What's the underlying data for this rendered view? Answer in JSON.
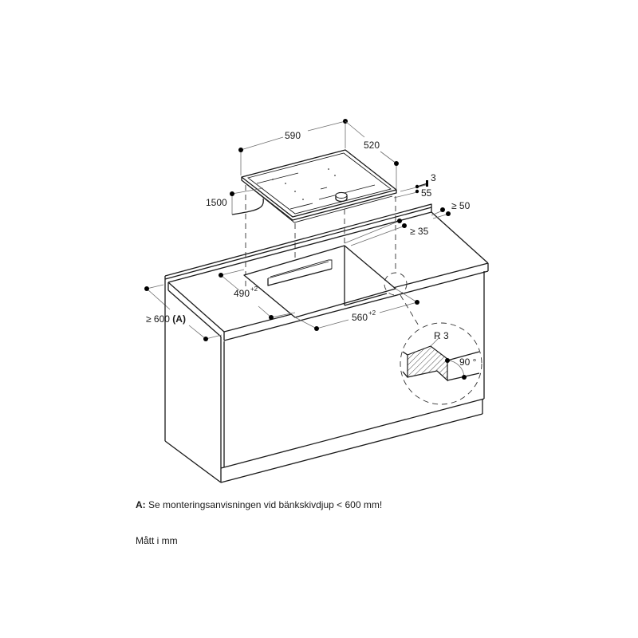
{
  "diagram": {
    "type": "installation-drawing",
    "subject": "Cooktop cut-out in kitchen countertop",
    "dimensions": {
      "appliance_width": "590",
      "appliance_depth": "520",
      "cable_length": "1500",
      "frame_thickness": "3",
      "installation_height": "55",
      "rear_clearance_wall": "≥ 50",
      "rear_clearance_cutout": "≥ 35",
      "cutout_depth": "490",
      "cutout_depth_tol": "+2",
      "cutout_width": "560",
      "cutout_width_tol": "+2",
      "countertop_depth": "≥ 600",
      "countertop_depth_ref": "(A)",
      "detail_radius": "R 3",
      "detail_angle": "90 °"
    }
  },
  "notes": {
    "footnote_key": "A:",
    "footnote_text": "Se monteringsanvisningen vid bänkskivdjup < 600 mm!",
    "units": "Mått i mm"
  }
}
